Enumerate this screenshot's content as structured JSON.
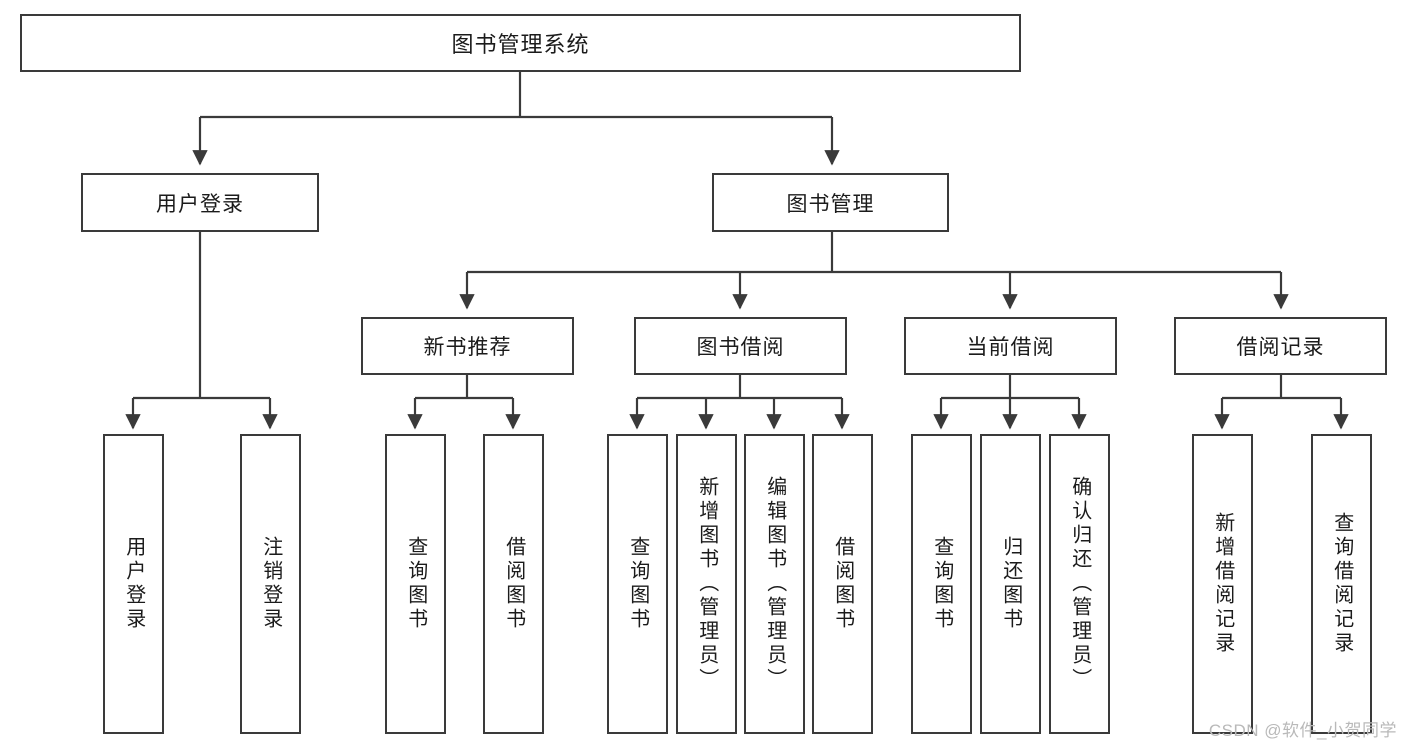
{
  "diagram": {
    "title": "图书管理系统",
    "root": {
      "label": "图书管理系统"
    },
    "level2": [
      {
        "label": "用户登录"
      },
      {
        "label": "图书管理"
      }
    ],
    "level3": [
      {
        "label": "新书推荐"
      },
      {
        "label": "图书借阅"
      },
      {
        "label": "当前借阅"
      },
      {
        "label": "借阅记录"
      }
    ],
    "leaves": {
      "user_login": [
        {
          "label": "用户登录"
        },
        {
          "label": "注销登录"
        }
      ],
      "new_book_recommend": [
        {
          "label": "查询图书"
        },
        {
          "label": "借阅图书"
        }
      ],
      "book_borrow": [
        {
          "label": "查询图书"
        },
        {
          "label": "新增图书（管理员）"
        },
        {
          "label": "编辑图书（管理员）"
        },
        {
          "label": "借阅图书"
        }
      ],
      "current_borrow": [
        {
          "label": "查询图书"
        },
        {
          "label": "归还图书"
        },
        {
          "label": "确认归还（管理员）"
        }
      ],
      "borrow_record": [
        {
          "label": "新增借阅记录"
        },
        {
          "label": "查询借阅记录"
        }
      ]
    }
  },
  "watermark": {
    "text": "CSDN @软件_小贺同学"
  },
  "colors": {
    "stroke": "#3a3a3a",
    "background": "#ffffff",
    "text": "#1b1b1b",
    "watermark": "#b9b9b9"
  }
}
